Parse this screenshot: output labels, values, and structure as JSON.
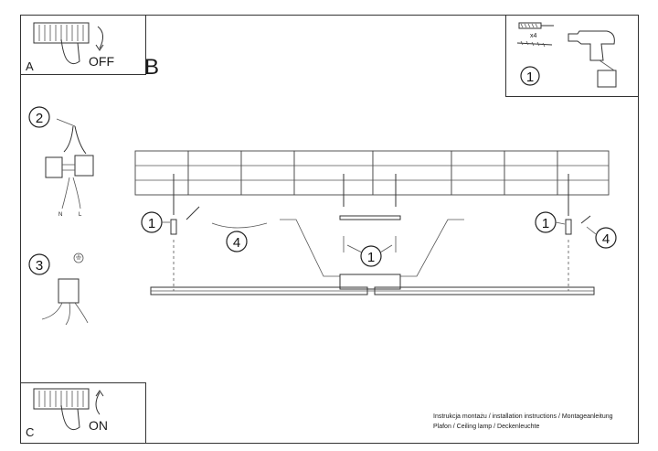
{
  "sections": {
    "a": "A",
    "b": "B",
    "c": "C"
  },
  "switch": {
    "off": "OFF",
    "on": "ON"
  },
  "tools": {
    "count": "x4",
    "step": "1"
  },
  "steps": {
    "s1": "1",
    "s2": "2",
    "s3": "3",
    "s4": "4"
  },
  "wires": {
    "n": "N",
    "l": "L"
  },
  "footer": {
    "line1": "Instrukcja montażu / installation instructions / Montageanleitung",
    "line2": "Plafon / Ceiling lamp / Deckenleuchte"
  }
}
